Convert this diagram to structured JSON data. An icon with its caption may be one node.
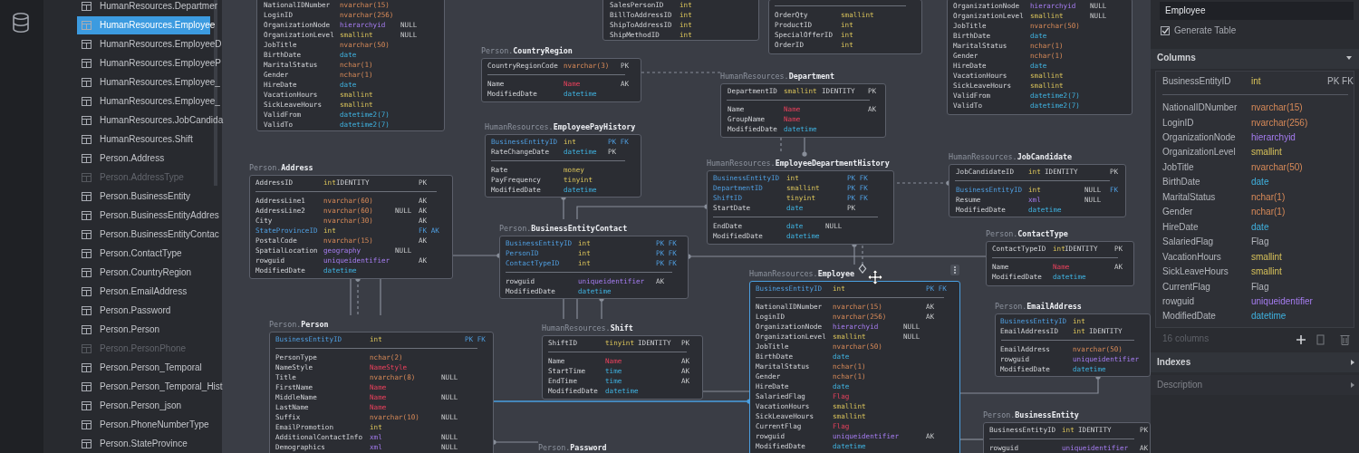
{
  "diagram": {
    "nodes": [
      {
        "text": [
          "NationalIDNumber",
          "nvarchar(15)",
          "LoginID",
          "nvarchar(256)",
          "OrganizationNode",
          "hierarchyid",
          "NULL",
          "OrganizationLevel",
          "smallint",
          "NULL",
          "JobTitle",
          "nvarchar(50)",
          "BirthDate",
          "date",
          "MaritalStatus",
          "nchar(1)",
          "Gender",
          "nchar(1)",
          "HireDate",
          "date",
          "VacationHours",
          "smallint",
          "SickLeaveHours",
          "smallint",
          "ValidFrom",
          "datetime2(7)",
          "ValidTo",
          "datetime2(7)"
        ]
      },
      {
        "text": [
          "SalesPersonID",
          "int",
          "BillToAddressID",
          "int",
          "ShipToAddressID",
          "int",
          "ShipMethodID",
          "int"
        ]
      },
      {
        "text": [
          "OrderQty",
          "smallint",
          "ProductID",
          "int",
          "SpecialOfferID",
          "int",
          "OrderID",
          "int"
        ]
      },
      {
        "text": [
          "OrganizationNode",
          "hierarchyid",
          "NULL",
          "OrganizationLevel",
          "smallint",
          "NULL",
          "JobTitle",
          "nvarchar(50)",
          "BirthDate",
          "date",
          "MaritalStatus",
          "nchar(1)",
          "Gender",
          "nchar(1)",
          "HireDate",
          "date",
          "VacationHours",
          "smallint",
          "SickLeaveHours",
          "smallint",
          "ValidFrom",
          "datetime2(7)",
          "ValidTo",
          "datetime2(7)"
        ]
      },
      {
        "text": [
          "Person.**CountryRegion**",
          "CountryRegionCode",
          "nvarchar(3)",
          "PK",
          "Name",
          "Name",
          "AK",
          "ModifiedDate",
          "datetime"
        ]
      },
      {
        "text": [
          "HumanResources.**Department**",
          "DepartmentID",
          "smallint",
          "IDENTITY",
          "PK",
          "Name",
          "Name",
          "AK",
          "GroupName",
          "Name",
          "ModifiedDate",
          "datetime"
        ]
      },
      {
        "text": [
          "HumanResources.**EmployeePayHistory**",
          "BusinessEntityID",
          "int",
          "PK FK",
          "RateChangeDate",
          "datetime",
          "PK",
          "Rate",
          "money",
          "PayFrequency",
          "tinyint",
          "ModifiedDate",
          "datetime"
        ]
      },
      {
        "text": [
          "HumanResources.**EmployeeDepartmentHistory**",
          "BusinessEntityID",
          "int",
          "PK FK",
          "DepartmentID",
          "smallint",
          "PK FK",
          "ShiftID",
          "tinyint",
          "PK FK",
          "StartDate",
          "date",
          "PK",
          "EndDate",
          "date",
          "NULL",
          "ModifiedDate",
          "datetime"
        ]
      },
      {
        "text": [
          "HumanResources.**JobCandidate**",
          "JobCandidateID",
          "int",
          "IDENTITY",
          "PK",
          "BusinessEntityID",
          "int",
          "NULL",
          "FK",
          "Resume",
          "xml",
          "NULL",
          "ModifiedDate",
          "datetime"
        ]
      },
      {
        "text": [
          "Person.**Address**",
          "AddressID",
          "int",
          "IDENTITY",
          "PK",
          "AddressLine1",
          "nvarchar(60)",
          "AK",
          "AddressLine2",
          "nvarchar(60)",
          "NULL",
          "AK",
          "City",
          "nvarchar(30)",
          "AK",
          "StateProvinceID",
          "int",
          "FK AK",
          "PostalCode",
          "nvarchar(15)",
          "AK",
          "SpatialLocation",
          "geography",
          "NULL",
          "rowguid",
          "uniqueidentifier",
          "AK",
          "ModifiedDate",
          "datetime"
        ]
      },
      {
        "text": [
          "Person.**BusinessEntityContact**",
          "BusinessEntityID",
          "int",
          "PK FK",
          "PersonID",
          "int",
          "PK FK",
          "ContactTypeID",
          "int",
          "PK FK",
          "rowguid",
          "uniqueidentifier",
          "AK",
          "ModifiedDate",
          "datetime"
        ]
      },
      {
        "text": [
          "Person.**ContactType**",
          "ContactTypeID",
          "int",
          "IDENTITY",
          "PK",
          "Name",
          "Name",
          "AK",
          "ModifiedDate",
          "datetime"
        ]
      },
      {
        "text": [
          "HumanResources.**Employee**",
          "BusinessEntityID",
          "int",
          "PK FK",
          "NationalIDNumber",
          "nvarchar(15)",
          "AK",
          "LoginID",
          "nvarchar(256)",
          "AK",
          "OrganizationNode",
          "hierarchyid",
          "NULL",
          "OrganizationLevel",
          "smallint",
          "NULL",
          "JobTitle",
          "nvarchar(50)",
          "BirthDate",
          "date",
          "MaritalStatus",
          "nchar(1)",
          "Gender",
          "nchar(1)",
          "HireDate",
          "date",
          "SalariedFlag",
          "Flag",
          "VacationHours",
          "smallint",
          "SickLeaveHours",
          "smallint",
          "CurrentFlag",
          "Flag",
          "rowguid",
          "uniqueidentifier",
          "AK",
          "ModifiedDate",
          "datetime"
        ]
      },
      {
        "text": [
          "Person.**EmailAddress**",
          "BusinessEntityID",
          "int",
          "EmailAddressID",
          "int",
          "IDENTITY",
          "EmailAddress",
          "nvarchar(50)",
          "rowguid",
          "uniqueidentifier",
          "ModifiedDate",
          "datetime"
        ]
      },
      {
        "text": [
          "Person.**BusinessEntity**",
          "BusinessEntityID",
          "int",
          "IDENTITY",
          "PK",
          "rowguid",
          "uniqueidentifier",
          "AK"
        ]
      },
      {
        "text": [
          "Person.**Person**",
          "BusinessEntityID",
          "int",
          "PK FK",
          "PersonType",
          "nchar(2)",
          "NameStyle",
          "NameStyle",
          "Title",
          "nvarchar(8)",
          "NULL",
          "FirstName",
          "Name",
          "MiddleName",
          "Name",
          "NULL",
          "LastName",
          "Name",
          "Suffix",
          "nvarchar(10)",
          "NULL",
          "EmailPromotion",
          "int",
          "AdditionalContactInfo",
          "xml",
          "NULL",
          "Demographics",
          "xml",
          "NULL"
        ]
      },
      {
        "text": [
          "HumanResources.**Shift**",
          "ShiftID",
          "tinyint",
          "IDENTITY",
          "PK",
          "Name",
          "Name",
          "AK",
          "StartTime",
          "time",
          "AK",
          "EndTime",
          "time",
          "AK",
          "ModifiedDate",
          "datetime"
        ]
      },
      {
        "text": [
          "Person.**Password**"
        ]
      }
    ],
    "edges": [
      {
        "from": 4,
        "to": 5,
        "arrow": "none",
        "style": "dashed"
      },
      {
        "from": 7,
        "to": 5,
        "arrow": "other"
      },
      {
        "from": 5,
        "to": 7,
        "arrow": "none",
        "style": "dashed"
      },
      {
        "from": 6,
        "to": 10,
        "arrow": "other"
      },
      {
        "from": 7,
        "to": 10,
        "arrow": "other"
      },
      {
        "from": 8,
        "to": 7,
        "arrow": "other",
        "style": "dashed"
      },
      {
        "from": 9,
        "to": 15,
        "arrow": "other",
        "style": "dashed"
      },
      {
        "from": 9,
        "to": 15,
        "arrow": "none"
      },
      {
        "from": 9,
        "to": 15,
        "arrow": "none"
      },
      {
        "from": 10,
        "to": 9,
        "arrow": "other"
      },
      {
        "from": 10,
        "to": 16,
        "arrow": "none"
      },
      {
        "from": 10,
        "to": 16,
        "arrow": "none"
      },
      {
        "from": 10,
        "to": 16,
        "arrow": "other"
      },
      {
        "from": 7,
        "to": 12,
        "arrow": "other"
      },
      {
        "from": 12,
        "to": 7,
        "arrow": "other",
        "style": "dashed"
      },
      {
        "from": 10,
        "to": 11,
        "arrow": "other"
      },
      {
        "from": 16,
        "to": 12,
        "arrow": "none"
      },
      {
        "from": 12,
        "to": 15,
        "arrow": "other",
        "color": "#4a9fe0"
      },
      {
        "from": 13,
        "to": 12,
        "arrow": "other"
      },
      {
        "from": 14,
        "to": 12,
        "arrow": "none"
      },
      {
        "from": 15,
        "to": 17,
        "arrow": "other"
      }
    ],
    "labels": [
      "HumanResources.Departmer",
      "HumanResources.Employee",
      "HumanResources.EmployeeD",
      "HumanResources.EmployeeP",
      "HumanResources.Employee_",
      "HumanResources.Employee_",
      "HumanResources.JobCandida",
      "HumanResources.Shift",
      "Person.Address",
      "Person.AddressType",
      "Person.BusinessEntity",
      "Person.BusinessEntityAddres",
      "Person.BusinessEntityContac",
      "Person.ContactType",
      "Person.CountryRegion",
      "Person.EmailAddress",
      "Person.Password",
      "Person.Person",
      "Person.PersonPhone",
      "Person.Person_Temporal",
      "Person.Person_Temporal_Hist",
      "Person.Person_json",
      "Person.PhoneNumberType",
      "Person.StateProvince",
      "Employee",
      "Generate Table",
      "Columns",
      "BusinessEntityID",
      "int",
      "PK FK",
      "NationalIDNumber",
      "nvarchar(15)",
      "LoginID",
      "nvarchar(256)",
      "OrganizationNode",
      "hierarchyid",
      "OrganizationLevel",
      "smallint",
      "JobTitle",
      "nvarchar(50)",
      "BirthDate",
      "date",
      "MaritalStatus",
      "nchar(1)",
      "Gender",
      "nchar(1)",
      "HireDate",
      "date",
      "SalariedFlag",
      "Flag",
      "VacationHours",
      "smallint",
      "SickLeaveHours",
      "smallint",
      "CurrentFlag",
      "Flag",
      "rowguid",
      "uniqueidentifier",
      "ModifiedDate",
      "datetime",
      "16 columns",
      "Indexes",
      "Description"
    ]
  }
}
